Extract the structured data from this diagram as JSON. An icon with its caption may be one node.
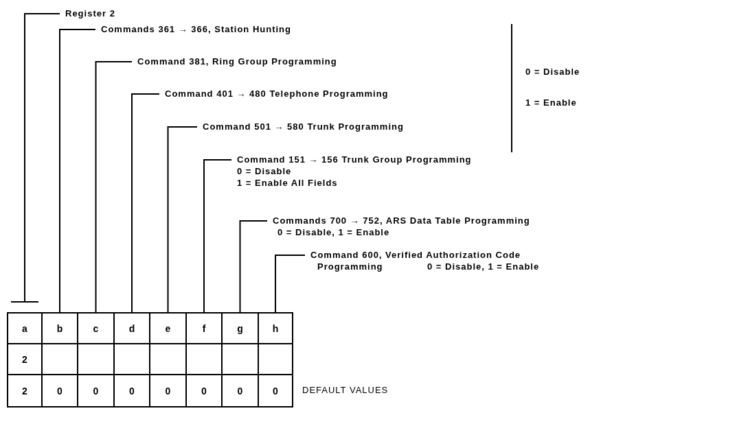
{
  "diagram": {
    "nodes": [
      {
        "text": [
          "Register 2"
        ]
      },
      {
        "text": [
          "Commands 361 → 366, Station Hunting"
        ]
      },
      {
        "text": [
          "Command 381, Ring Group Programming"
        ]
      },
      {
        "text": [
          "Command 401 → 480 Telephone Programming"
        ]
      },
      {
        "text": [
          "Command 501 → 580 Trunk Programming"
        ]
      },
      {
        "text": [
          "Command 151 → 156 Trunk Group Programming",
          "0 = Disable",
          "1 = Enable All Fields"
        ]
      },
      {
        "text": [
          "Commands 700 → 752, ARS Data Table Programming",
          "0 = Disable, 1 = Enable"
        ]
      },
      {
        "text": [
          "Command 600, Verified Authorization Code Programming",
          "0 = Disable, 1 = Enable"
        ]
      },
      {
        "text": [
          "a"
        ]
      },
      {
        "text": [
          "b"
        ]
      },
      {
        "text": [
          "c"
        ]
      },
      {
        "text": [
          "d"
        ]
      },
      {
        "text": [
          "e"
        ]
      },
      {
        "text": [
          "f"
        ]
      },
      {
        "text": [
          "g"
        ]
      },
      {
        "text": [
          "h"
        ]
      }
    ],
    "edges": [
      {
        "from": 0,
        "to": 8,
        "arrow": "other"
      },
      {
        "from": 1,
        "to": 9,
        "arrow": "none"
      },
      {
        "from": 2,
        "to": 10,
        "arrow": "none"
      },
      {
        "from": 3,
        "to": 11,
        "arrow": "none"
      },
      {
        "from": 4,
        "to": 12,
        "arrow": "none"
      },
      {
        "from": 5,
        "to": 13,
        "arrow": "none"
      },
      {
        "from": 6,
        "to": 14,
        "arrow": "none"
      },
      {
        "from": 7,
        "to": 15,
        "arrow": "none"
      }
    ],
    "labels": [
      "0 = Disable",
      "1 = Enable",
      "2",
      "2",
      "0",
      "0",
      "0",
      "0",
      "0",
      "0",
      "0",
      "DEFAULT VALUES"
    ]
  }
}
